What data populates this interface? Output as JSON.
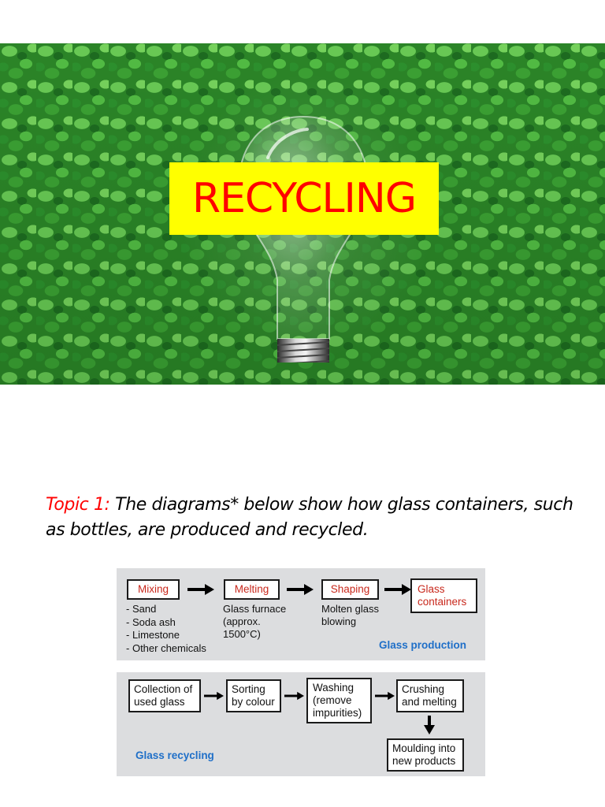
{
  "hero": {
    "title": "RECYCLING"
  },
  "topic": {
    "label": "Topic 1:",
    "text": "The diagrams* below show how glass containers, such as bottles, are produced and recycled."
  },
  "production": {
    "caption": "Glass production",
    "steps": [
      "Mixing",
      "Melting",
      "Shaping",
      "Glass containers"
    ],
    "ingredients": [
      "Sand",
      "Soda ash",
      "Limestone",
      "Other chemicals"
    ],
    "melting_note": "Glass furnace (approx. 1500°C)",
    "shaping_note": "Molten glass blowing"
  },
  "recycling": {
    "caption": "Glass recycling",
    "steps": [
      "Collection of used glass",
      "Sorting by colour",
      "Washing (remove impurities)",
      "Crushing and melting",
      "Moulding into new products"
    ]
  },
  "colors": {
    "title_text": "#ff0000",
    "title_bg": "#ffff00",
    "topic_label": "#ff0000",
    "step_text": "#c8281c",
    "caption": "#1f6fc8",
    "panel_bg": "#dcdddf"
  }
}
